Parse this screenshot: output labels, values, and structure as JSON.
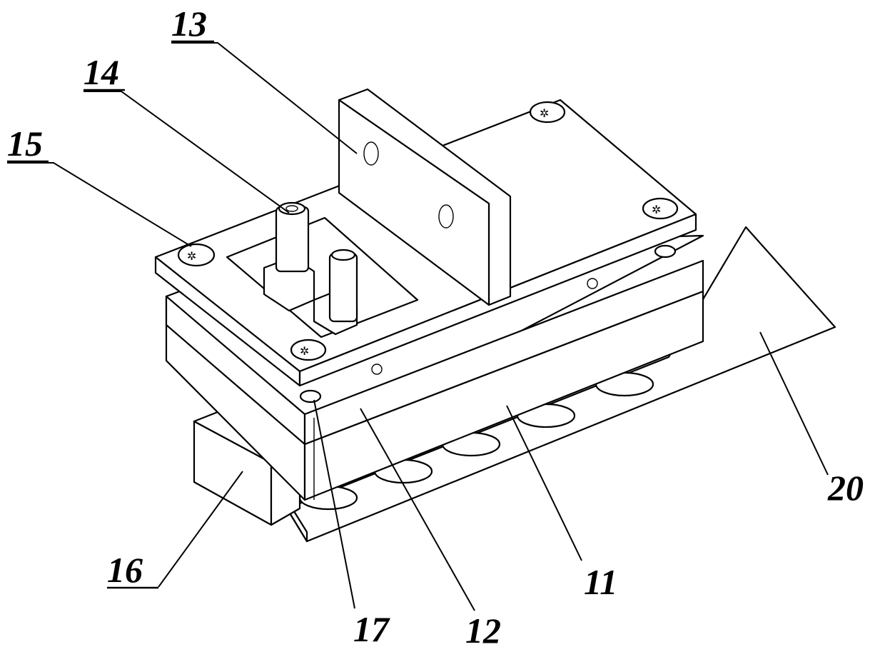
{
  "callouts": {
    "c13": "13",
    "c14": "14",
    "c15": "15",
    "c16": "16",
    "c17": "17",
    "c12": "12",
    "c11": "11",
    "c20": "20"
  }
}
